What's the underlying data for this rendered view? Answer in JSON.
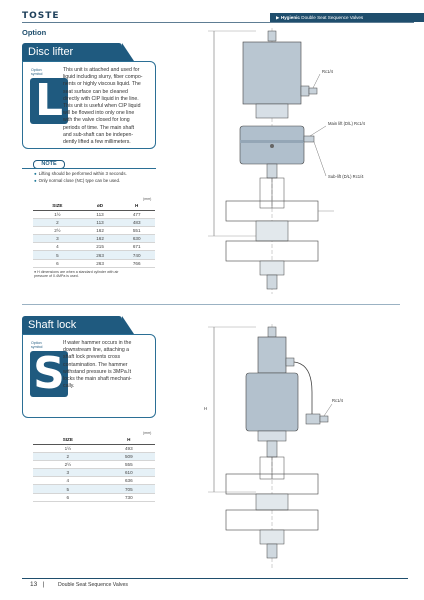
{
  "brand": "TOSTE",
  "header_strong": "Hygienic",
  "header_rest": "Double Seat Sequence Valves",
  "section": "Option",
  "disc": {
    "title": "Disc lifter",
    "option_label_1": "Option",
    "option_label_2": "symbol",
    "letter": "L",
    "description": [
      "This unit is attached and used for",
      "liquid including slurry, fiber compo-",
      "nents or highly viscous liquid. The",
      "seat surface can be cleaned",
      "directly with CIP liquid in the line.",
      "This unit is useful when CIP liquid",
      "will be flowed into only one line",
      "with the valve closed for long",
      "periods of time. The main shaft",
      "and sub-shaft can be indepen-",
      "dently lifted a few millimeters."
    ],
    "note_title": "NOTE",
    "notes": [
      "Lifting should be performed within 3 seconds.",
      "Only normal close (NC) type can be used."
    ],
    "unit": "(mm)",
    "columns": [
      "SIZE",
      "øD",
      "H"
    ],
    "rows": [
      [
        "1½",
        "113",
        "477"
      ],
      [
        "2",
        "113",
        "483"
      ],
      [
        "2½",
        "162",
        "551"
      ],
      [
        "3",
        "162",
        "630"
      ],
      [
        "4",
        "215",
        "671"
      ],
      [
        "5",
        "263",
        "740"
      ],
      [
        "6",
        "263",
        "766"
      ]
    ],
    "footnote_1": "● H dimensions are when a standard cylinder with air",
    "footnote_2": "pressure of 0.4MPa is used.",
    "diagram": {
      "port_top": "Rc1/4",
      "port_main": "Main lift (D/L) Rc1/4",
      "port_sub": "Sub-lift (D/L) Rc1/4"
    }
  },
  "shaft": {
    "title": "Shaft lock",
    "option_label_1": "Option",
    "option_label_2": "symbol",
    "letter": "S",
    "description": [
      "If water hammer occurs in the",
      "downstream line, attaching a",
      "shaft lock prevents cross",
      "contamination. The hammer",
      "withstand pressure is 3MPa.It",
      "locks the main shaft mechani-",
      "cally."
    ],
    "unit": "(mm)",
    "columns": [
      "SIZE",
      "H"
    ],
    "rows": [
      [
        "1½",
        "493"
      ],
      [
        "2",
        "509"
      ],
      [
        "2½",
        "555"
      ],
      [
        "3",
        "610"
      ],
      [
        "4",
        "636"
      ],
      [
        "5",
        "705"
      ],
      [
        "6",
        "730"
      ]
    ],
    "diagram": {
      "port": "Rc1/4",
      "h_label": "H"
    }
  },
  "footer": {
    "page": "13",
    "separator": "|",
    "title": "Double Seat Sequence Valves"
  }
}
